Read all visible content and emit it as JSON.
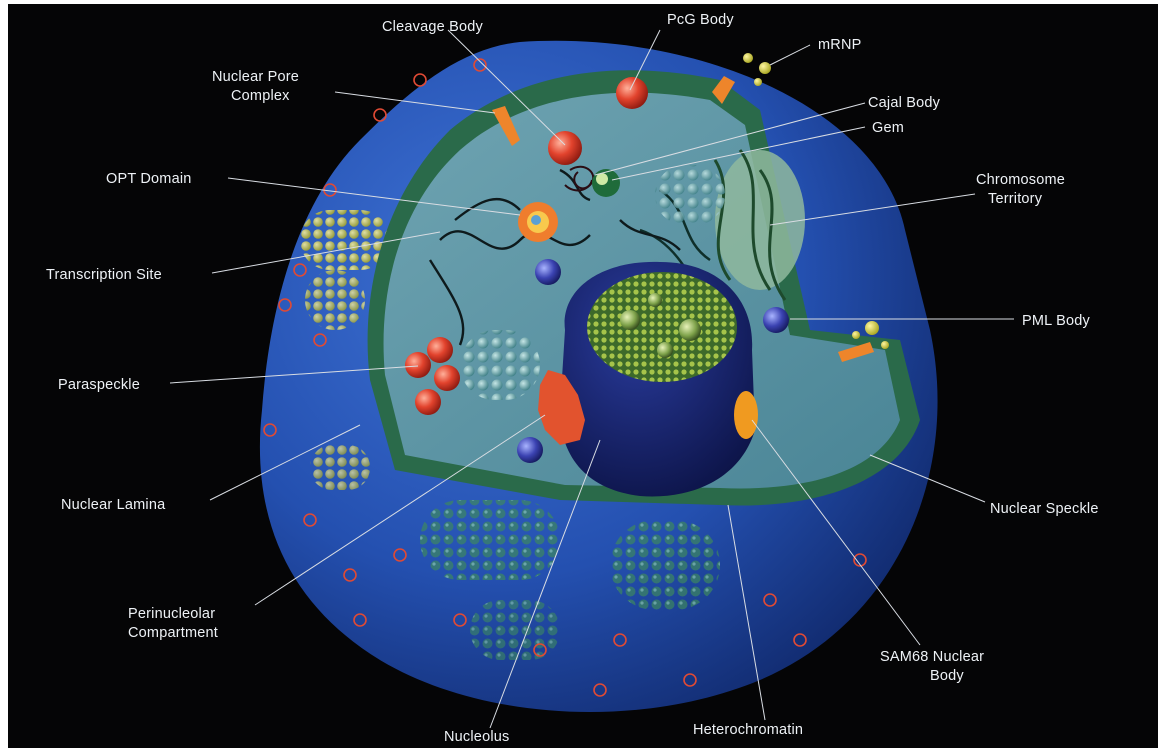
{
  "colors": {
    "background": "#050506",
    "frame": "#ffffff",
    "nucleoplasm": "#5f97a6",
    "nuclear_envelope_outer": "#244da8",
    "nuclear_envelope_edge": "#2d6a4a",
    "nucleolus": "#141d5c",
    "label_text": "#eef2f6",
    "leader_line": "#d9dde3",
    "pore_complex": "#e7822e",
    "body_red": "#d83a2a",
    "body_blue": "#3a3fa8"
  },
  "labels": {
    "cleavage_body": "Cleavage Body",
    "pcg_body": "PcG Body",
    "mrnp": "mRNP",
    "nuclear_pore_complex": [
      "Nuclear Pore",
      "Complex"
    ],
    "cajal_body": "Cajal Body",
    "gem": "Gem",
    "opt_domain": "OPT Domain",
    "chromosome_territory": [
      "Chromosome",
      "Territory"
    ],
    "transcription_site": "Transcription Site",
    "pml_body": "PML Body",
    "paraspeckle": "Paraspeckle",
    "nuclear_lamina": "Nuclear Lamina",
    "nuclear_speckle": "Nuclear Speckle",
    "perinucleolar_compartment": [
      "Perinucleolar",
      "Compartment"
    ],
    "sam68_nuclear_body": [
      "SAM68 Nuclear",
      "Body"
    ],
    "nucleolus": "Nucleolus",
    "heterochromatin": "Heterochromatin"
  }
}
